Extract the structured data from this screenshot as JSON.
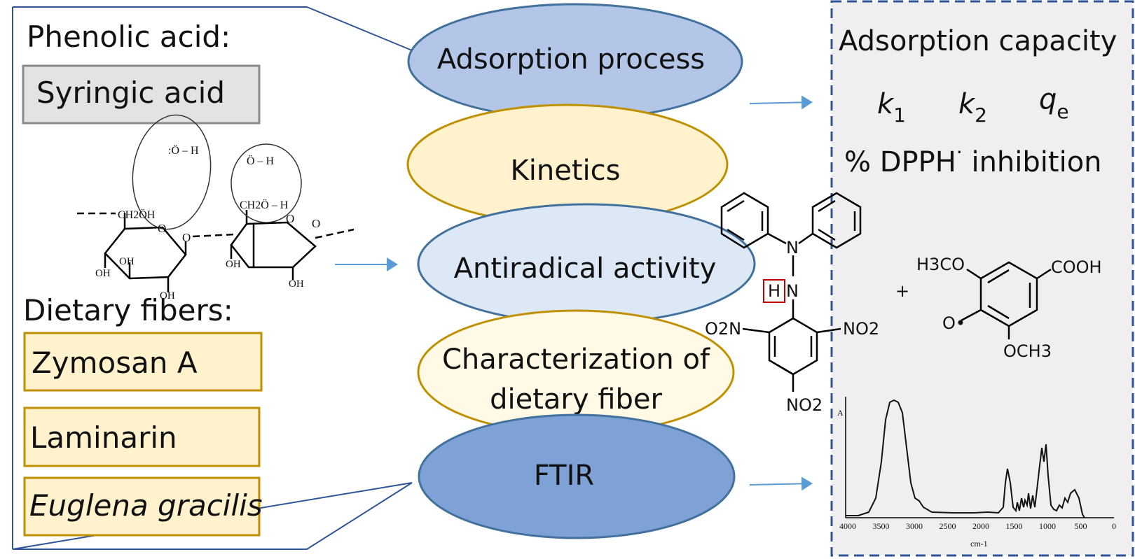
{
  "left_panel": {
    "phenolic_heading": "Phenolic acid:",
    "phenolic_item": "Syringic acid",
    "fibers_heading": "Dietary fibers:",
    "fibers": [
      "Zymosan A",
      "Laminarin",
      "Euglena gracilis"
    ],
    "structure_labels": {
      "oh_top": ":Ö – H",
      "oh_right_top": "Ö – H",
      "ch2_left": "CH2ÖH",
      "ch2_right": "CH2Ö – H",
      "oh": "OH",
      "o": "O"
    }
  },
  "center": {
    "ellipses": [
      {
        "label": "Adsorption process",
        "fill": "#b3c6e7",
        "stroke": "#41719c"
      },
      {
        "label": "Kinetics",
        "fill": "#fff2cc",
        "stroke": "#bf9000"
      },
      {
        "label": "Antiradical activity",
        "fill": "#dce8f5",
        "stroke": "#41719c"
      },
      {
        "label": "Characterization of dietary fiber",
        "line1": "Characterization of",
        "line2": "dietary fiber",
        "fill": "#fff9e5",
        "stroke": "#bf9000"
      },
      {
        "label": "FTIR",
        "fill": "#7fa2d6",
        "stroke": "#41719c"
      }
    ]
  },
  "right_panel": {
    "title": "Adsorption capacity",
    "params": [
      "k",
      "1",
      "k",
      "2",
      "q",
      "e"
    ],
    "dpph_text": "% DPPH· inhibition",
    "dpph_label_pct": "% DPPH",
    "dpph_label_rest": "inhibition",
    "molecule_labels": {
      "n": "N",
      "h_boxed": "H",
      "o2n": "O2N",
      "no2_right": "NO2",
      "no2_bottom": "NO2",
      "plus": "+",
      "h3co": "H3CO",
      "cooh": "COOH",
      "o_radical": "O•",
      "och3": "OCH3"
    }
  },
  "ftir": {
    "y_label": "A",
    "x_label": "cm-1",
    "x_ticks": [
      "4000",
      "3500",
      "3000",
      "2500",
      "2000",
      "1500",
      "1000",
      "500",
      "0"
    ]
  },
  "colors": {
    "arrow": "#5b9bd5",
    "panel_border": "#2f5597",
    "right_panel_fill": "#efefef",
    "gray_box": "#e3e2e5",
    "fiber_box_fill": "#fff2cc",
    "fiber_box_stroke": "#bf9000"
  }
}
